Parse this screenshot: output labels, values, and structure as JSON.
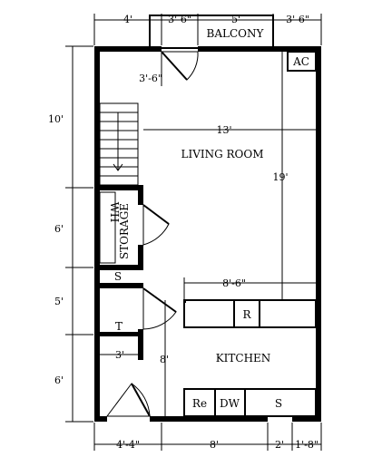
{
  "rooms": {
    "balcony": "BALCONY",
    "living_room": "LIVING ROOM",
    "kitchen": "KITCHEN",
    "storage": "STORAGE",
    "water_heater": "WH"
  },
  "fixtures": {
    "ac": "AC",
    "refrigerator_top": "R",
    "refrigerator": "Re",
    "dishwasher": "DW",
    "sink": "S",
    "shelf": "S",
    "toilet": "T"
  },
  "dimensions": {
    "top": [
      "4'",
      "3'-6\"",
      "5'",
      "3'-6\""
    ],
    "bottom": [
      "4'-4\"",
      "8'",
      "2'",
      "1'-8\""
    ],
    "left": [
      "10'",
      "6'",
      "5'",
      "6'"
    ],
    "door_3_6": "3'-6\"",
    "living_width": "13'",
    "living_depth": "19'",
    "counter_width": "8'-6\"",
    "kitchen_depth": "8'",
    "closet_width": "3'"
  }
}
